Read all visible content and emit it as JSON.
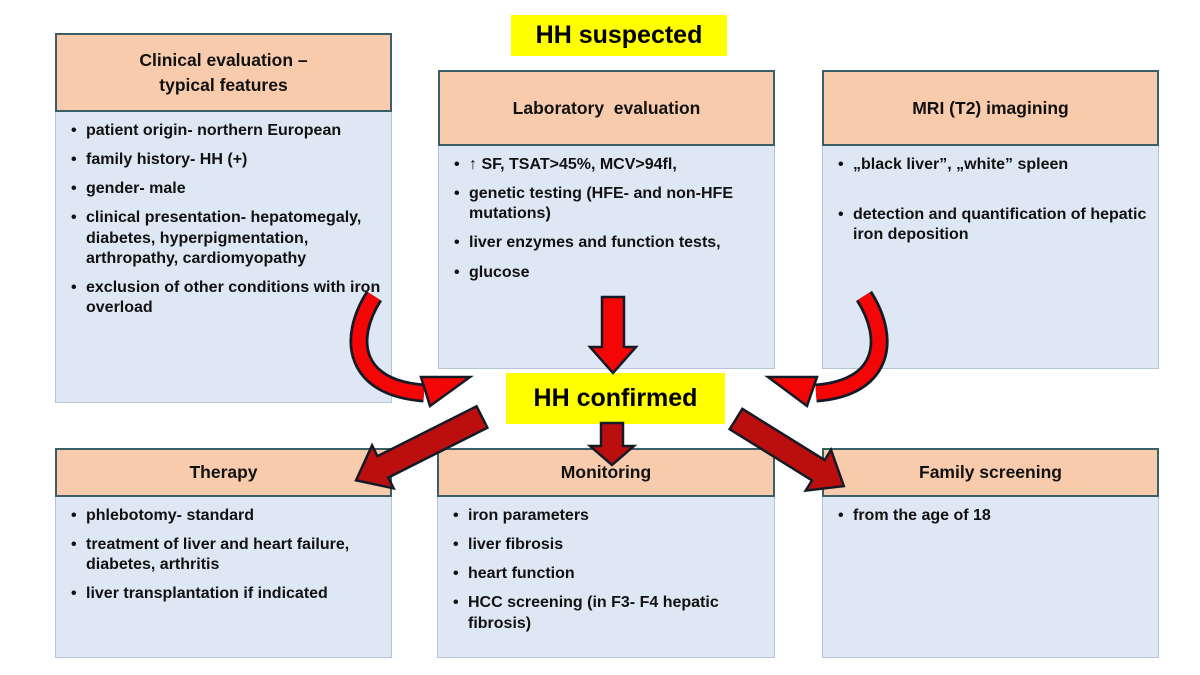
{
  "colors": {
    "header_fill": "#F8CBAD",
    "header_border": "#3A5F66",
    "body_fill": "#DEE8F4",
    "body_border": "#B6C4D4",
    "highlight_yellow": "#FFFF00",
    "arrow_bright_red": "#F40606",
    "arrow_dark_red": "#BB0E0E",
    "arrow_outline": "#141B26",
    "text_color": "#111111"
  },
  "labels": {
    "suspected": "HH suspected",
    "confirmed": "HH confirmed"
  },
  "boxes": {
    "clinical": {
      "title_lines": [
        "Clinical evaluation –",
        "typical features"
      ],
      "items": [
        "patient origin- northern European",
        "family history- HH (+)",
        "gender- male",
        "clinical presentation- hepatomegaly, diabetes, hyperpigmentation, arthropathy, cardiomyopathy",
        "exclusion of other conditions with iron overload"
      ]
    },
    "laboratory": {
      "title": "Laboratory  evaluation",
      "items": [
        "↑ SF, TSAT>45%, MCV>94fl,",
        "genetic testing (HFE- and non-HFE mutations)",
        "liver enzymes and function tests,",
        "glucose"
      ]
    },
    "mri": {
      "title": "MRI (T2) imagining",
      "items": [
        "„black liver”, „white” spleen",
        "detection and quantification of hepatic iron deposition"
      ]
    },
    "therapy": {
      "title": "Therapy",
      "items": [
        "phlebotomy- standard",
        "treatment of liver and heart failure, diabetes, arthritis",
        "liver transplantation if indicated"
      ]
    },
    "monitoring": {
      "title": "Monitoring",
      "items": [
        "iron parameters",
        "liver fibrosis",
        "heart function",
        "HCC screening (in F3- F4 hepatic fibrosis)"
      ]
    },
    "family": {
      "title": "Family screening",
      "items": [
        "from the age of 18"
      ]
    }
  }
}
